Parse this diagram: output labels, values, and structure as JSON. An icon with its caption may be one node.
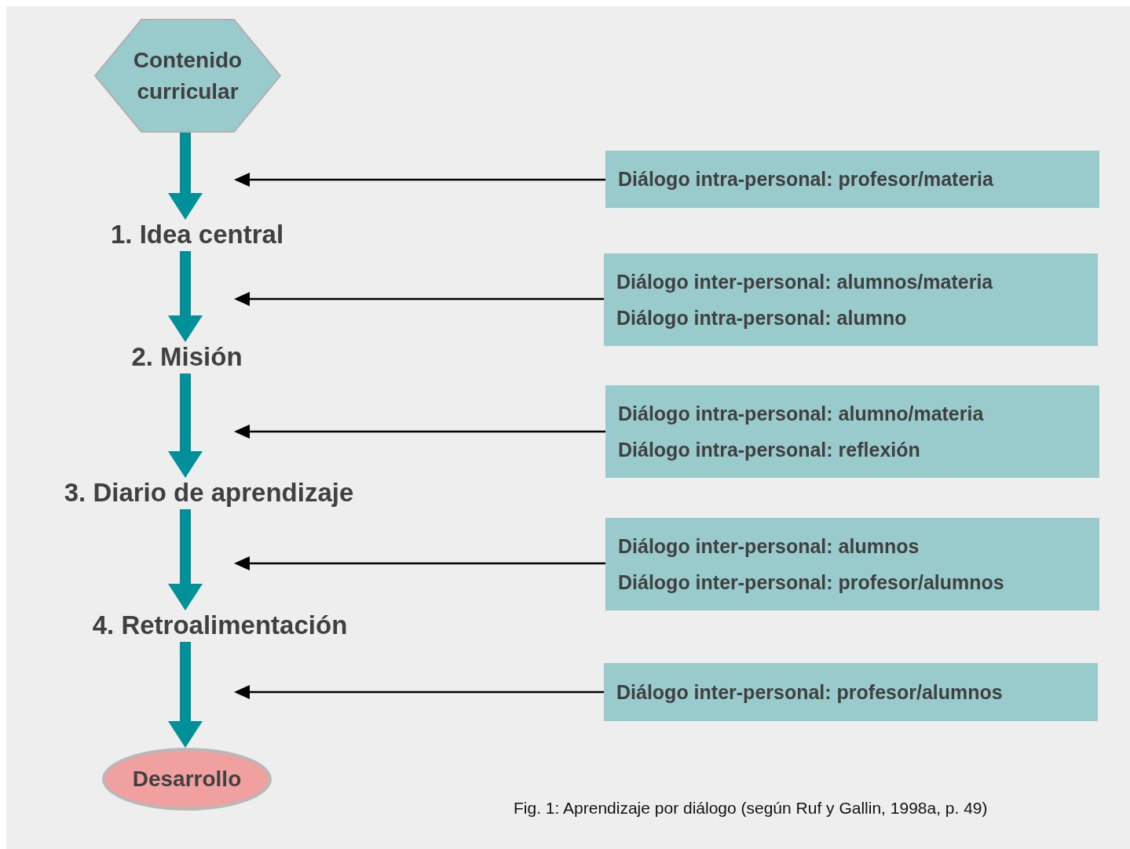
{
  "diagram": {
    "caption": "Fig. 1: Aprendizaje por diálogo (según Ruf y Gallin, 1998a, p. 49)",
    "nodes": [
      {
        "text": [
          "Contenido curricular"
        ]
      },
      {
        "text": [
          "1. Idea central"
        ]
      },
      {
        "text": [
          "2. Misión"
        ]
      },
      {
        "text": [
          "3. Diario de aprendizaje"
        ]
      },
      {
        "text": [
          "4. Retroalimentación"
        ]
      },
      {
        "text": [
          "Desarrollo"
        ]
      },
      {
        "text": [
          "Diálogo intra-personal: profesor/materia"
        ]
      },
      {
        "text": [
          "Diálogo inter-personal: alumnos/materia",
          "Diálogo intra-personal: alumno"
        ]
      },
      {
        "text": [
          "Diálogo intra-personal: alumno/materia",
          "Diálogo intra-personal: reflexión"
        ]
      },
      {
        "text": [
          "Diálogo inter-personal: alumnos",
          "Diálogo inter-personal: profesor/alumnos"
        ]
      },
      {
        "text": [
          "Diálogo inter-personal: profesor/alumnos"
        ]
      }
    ],
    "edges": [
      {
        "from": 0,
        "to": 1,
        "arrow": "to",
        "style": "thick",
        "color": "#00909a"
      },
      {
        "from": 6,
        "to": null,
        "arrow": "to",
        "color": "#000000"
      },
      {
        "from": 1,
        "to": 2,
        "arrow": "to",
        "style": "thick",
        "color": "#00909a"
      },
      {
        "from": 7,
        "to": null,
        "arrow": "to",
        "color": "#000000"
      },
      {
        "from": 2,
        "to": 3,
        "arrow": "to",
        "style": "thick",
        "color": "#00909a"
      },
      {
        "from": 8,
        "to": null,
        "arrow": "to",
        "color": "#000000"
      },
      {
        "from": 3,
        "to": 4,
        "arrow": "to",
        "style": "thick",
        "color": "#00909a"
      },
      {
        "from": 9,
        "to": null,
        "arrow": "to",
        "color": "#000000"
      },
      {
        "from": 4,
        "to": 5,
        "arrow": "to",
        "style": "thick",
        "color": "#00909a"
      },
      {
        "from": 10,
        "to": null,
        "arrow": "to",
        "color": "#000000"
      }
    ]
  }
}
